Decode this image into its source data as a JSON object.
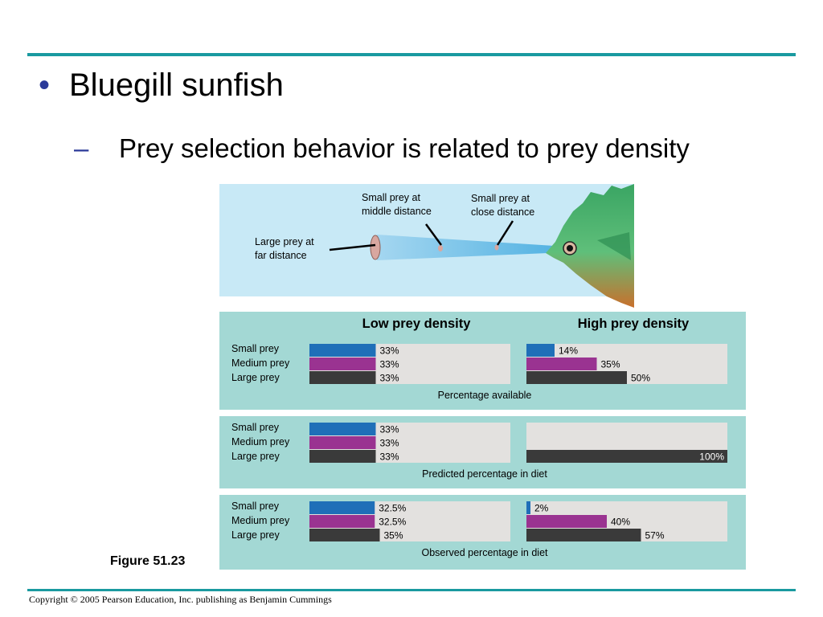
{
  "slide": {
    "bullet": "•",
    "dash": "–",
    "title": "Bluegill sunfish",
    "subtitle": "Prey selection behavior is related to prey density",
    "figure_label": "Figure 51.23",
    "copyright": "Copyright © 2005 Pearson Education, Inc. publishing as Benjamin Cummings"
  },
  "illustration": {
    "label_far_1": "Large prey at",
    "label_far_2": "far distance",
    "label_mid_1": "Small prey at",
    "label_mid_2": "middle distance",
    "label_close_1": "Small prey at",
    "label_close_2": "close distance"
  },
  "chart_data": {
    "type": "bar",
    "orientation": "horizontal",
    "column_titles": [
      "Low prey density",
      "High prey density"
    ],
    "categories": [
      "Small prey",
      "Medium prey",
      "Large prey"
    ],
    "xlim": [
      0,
      100
    ],
    "colors": {
      "Small prey": "#1f6fb8",
      "Medium prey": "#9a3391",
      "Large prey": "#3a3a3a"
    },
    "panels": [
      {
        "title": "Percentage available",
        "low_density": {
          "values": [
            33,
            33,
            33
          ],
          "labels": [
            "33%",
            "33%",
            "33%"
          ]
        },
        "high_density": {
          "values": [
            14,
            35,
            50
          ],
          "labels": [
            "14%",
            "35%",
            "50%"
          ]
        }
      },
      {
        "title": "Predicted percentage in diet",
        "low_density": {
          "values": [
            33,
            33,
            33
          ],
          "labels": [
            "33%",
            "33%",
            "33%"
          ]
        },
        "high_density": {
          "values": [
            0,
            0,
            100
          ],
          "labels": [
            "",
            "",
            "100%"
          ]
        }
      },
      {
        "title": "Observed percentage in diet",
        "low_density": {
          "values": [
            32.5,
            32.5,
            35
          ],
          "labels": [
            "32.5%",
            "32.5%",
            "35%"
          ]
        },
        "high_density": {
          "values": [
            2,
            40,
            57
          ],
          "labels": [
            "2%",
            "40%",
            "57%"
          ]
        }
      }
    ]
  }
}
